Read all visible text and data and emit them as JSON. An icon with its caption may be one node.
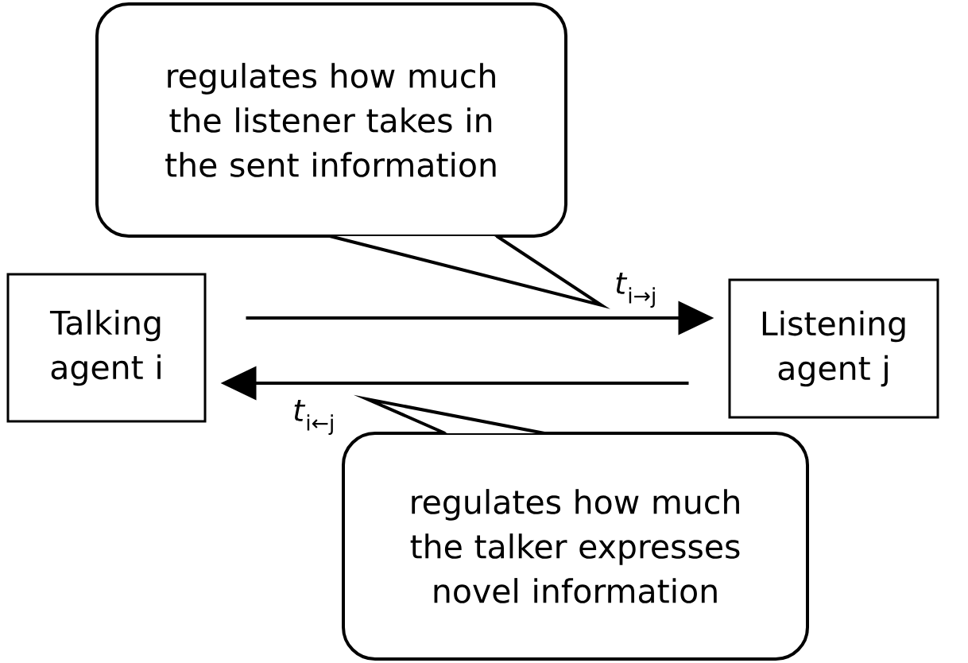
{
  "diagram": {
    "nodes": [
      {
        "text": [
          "regulates how much the listener takes in the sent information"
        ]
      },
      {
        "text": [
          "Talking agent i"
        ]
      },
      {
        "text": [
          "Listening agent j"
        ]
      },
      {
        "text": [
          "regulates how much the talker expresses novel information"
        ]
      }
    ],
    "edges": [
      {
        "from": 1,
        "to": 2,
        "arrow": "to",
        "label": "*t*$_{i→j}$"
      },
      {
        "from": 2,
        "to": 1,
        "arrow": "to",
        "label": "*t*$_{i←j}$"
      }
    ]
  }
}
